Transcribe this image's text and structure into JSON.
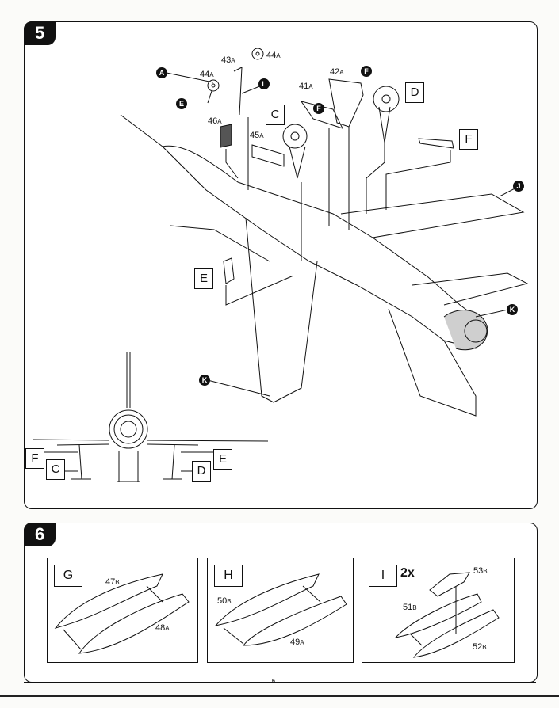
{
  "page": {
    "number": "6"
  },
  "step5": {
    "step_number": "5",
    "parts": {
      "p44a_top": {
        "num": "44",
        "suffix": "A"
      },
      "p43a": {
        "num": "43",
        "suffix": "A"
      },
      "p44a_left": {
        "num": "44",
        "suffix": "A"
      },
      "p46a": {
        "num": "46",
        "suffix": "A"
      },
      "p45a": {
        "num": "45",
        "suffix": "A"
      },
      "p41a": {
        "num": "41",
        "suffix": "A"
      },
      "p42a": {
        "num": "42",
        "suffix": "A"
      }
    },
    "callouts": {
      "a": "A",
      "e": "E",
      "l": "L",
      "f1": "F",
      "f2": "F",
      "j": "J",
      "k1": "K",
      "k2": "K"
    },
    "boxes": {
      "c": "C",
      "d": "D",
      "f": "F",
      "e": "E"
    },
    "front_view_boxes": {
      "f": "F",
      "c": "C",
      "d": "D",
      "e": "E"
    }
  },
  "step6": {
    "step_number": "6",
    "sub_g": {
      "label": "G",
      "parts": [
        {
          "num": "47",
          "suffix": "B"
        },
        {
          "num": "48",
          "suffix": "A"
        }
      ]
    },
    "sub_h": {
      "label": "H",
      "parts": [
        {
          "num": "50",
          "suffix": "B"
        },
        {
          "num": "49",
          "suffix": "A"
        }
      ]
    },
    "sub_i": {
      "label": "I",
      "multiplier": "2x",
      "parts": [
        {
          "num": "53",
          "suffix": "B"
        },
        {
          "num": "51",
          "suffix": "B"
        },
        {
          "num": "52",
          "suffix": "B"
        }
      ]
    }
  }
}
